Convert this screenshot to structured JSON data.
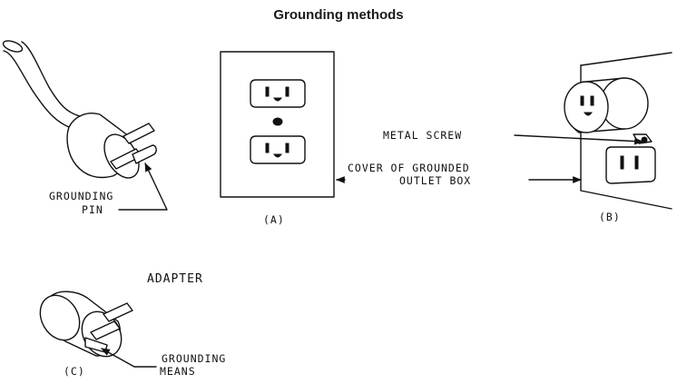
{
  "title": "Grounding methods",
  "labels": {
    "grounding_pin": [
      "GROUNDING",
      "PIN"
    ],
    "figure_a": "(A)",
    "figure_b": "(B)",
    "figure_c": "(C)",
    "metal_screw": "METAL SCREW",
    "cover_of_grounded_outlet_box": [
      "COVER OF GROUNDED",
      "OUTLET BOX"
    ],
    "adapter": "ADAPTER",
    "grounding_means": [
      "GROUNDING",
      "MEANS"
    ]
  }
}
